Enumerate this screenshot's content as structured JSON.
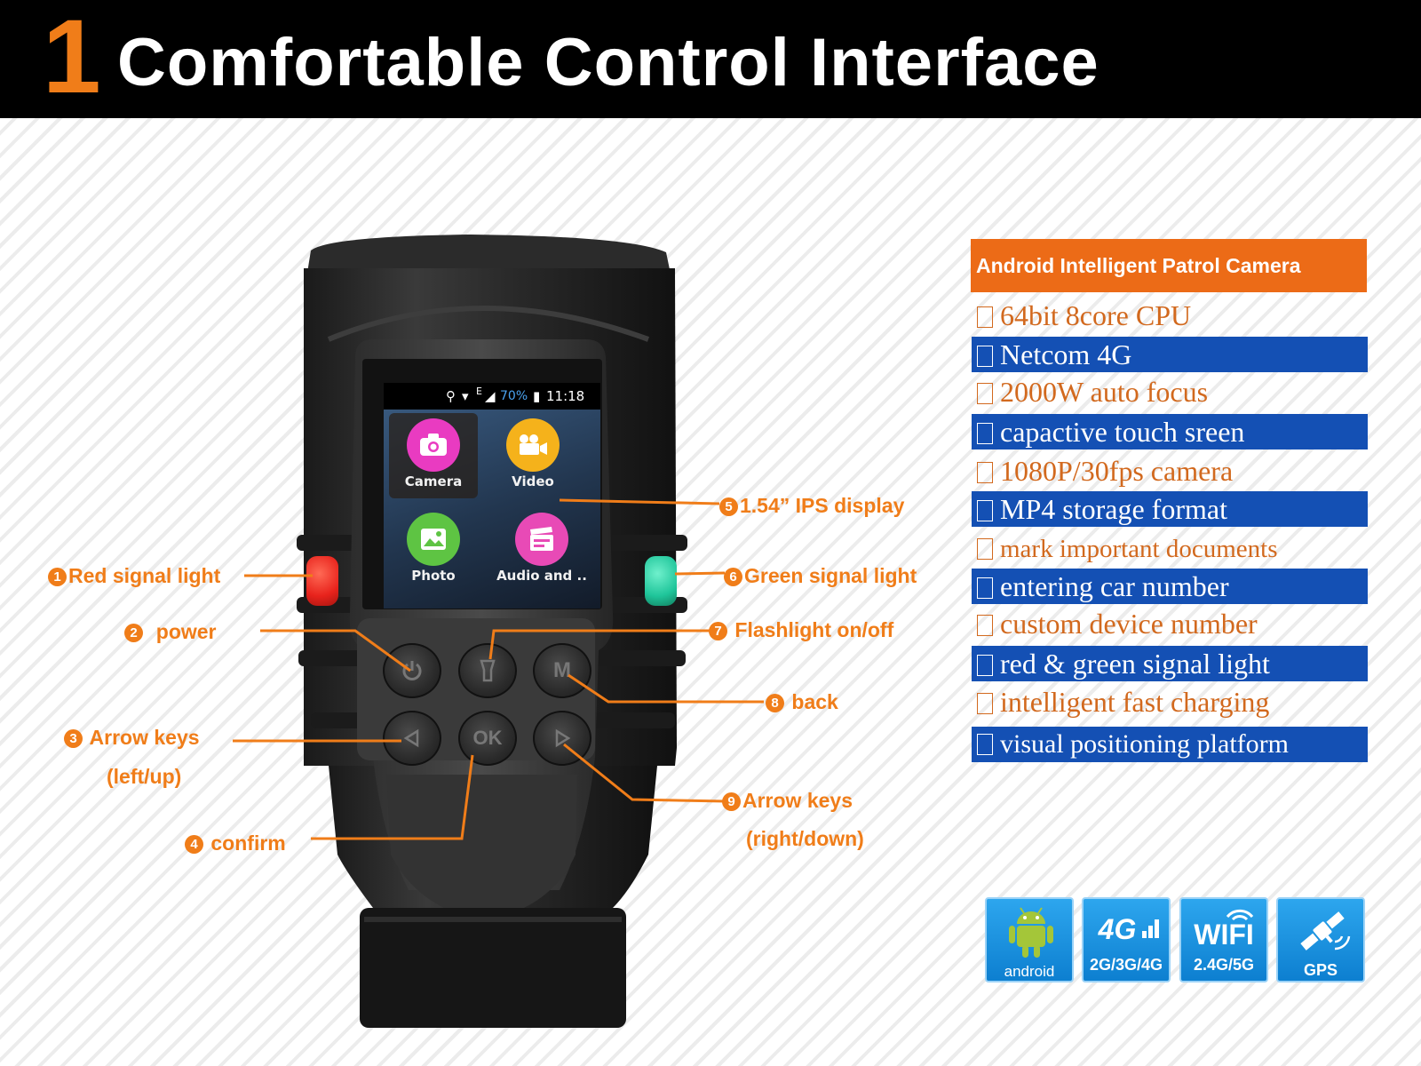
{
  "header": {
    "number": "1",
    "title": "Comfortable Control Interface"
  },
  "device_screen": {
    "status_bar": {
      "battery": "70%",
      "time": "11:18"
    },
    "apps": [
      {
        "label": "Camera",
        "icon": "camera-icon",
        "color": "#e93bc1"
      },
      {
        "label": "Video",
        "icon": "video-camera-icon",
        "color": "#f5b21b"
      },
      {
        "label": "Photo",
        "icon": "photo-icon",
        "color": "#5ec443"
      },
      {
        "label": "Audio and ..",
        "icon": "clapperboard-icon",
        "color": "#e84ab6"
      }
    ]
  },
  "callouts": [
    {
      "num": "1",
      "label": "Red signal light"
    },
    {
      "num": "2",
      "label": "power"
    },
    {
      "num": "3",
      "label": "Arrow keys",
      "label2": "(left/up)"
    },
    {
      "num": "4",
      "label": "confirm"
    },
    {
      "num": "5",
      "label": "1.54” IPS display"
    },
    {
      "num": "6",
      "label": "Green signal light"
    },
    {
      "num": "7",
      "label": "Flashlight on/off"
    },
    {
      "num": "8",
      "label": "back"
    },
    {
      "num": "9",
      "label": "Arrow keys",
      "label2": "(right/down)"
    }
  ],
  "specs": {
    "title": "Android Intelligent Patrol Camera",
    "items": [
      "64bit 8core CPU",
      "Netcom 4G",
      "2000W auto focus",
      "capactive touch sreen",
      "1080P/30fps camera",
      "MP4 storage format",
      "mark important documents",
      "entering car number",
      "custom device number",
      "red & green signal light",
      "intelligent fast charging",
      "visual positioning platform"
    ]
  },
  "badges": [
    {
      "main": "",
      "sub": "android",
      "icon": "android-robot-icon"
    },
    {
      "main": "4G",
      "sub": "2G/3G/4G",
      "icon": "signal-bars-icon"
    },
    {
      "main": "WIFI",
      "sub": "2.4G/5G",
      "icon": "wifi-icon"
    },
    {
      "main": "",
      "sub": "GPS",
      "icon": "satellite-icon"
    }
  ],
  "colors": {
    "accent_orange": "#f07d19",
    "spec_blue": "#1450b4",
    "spec_title_orange": "#ec6b17",
    "led_red": "#e8231c",
    "led_green": "#1fc59a"
  }
}
